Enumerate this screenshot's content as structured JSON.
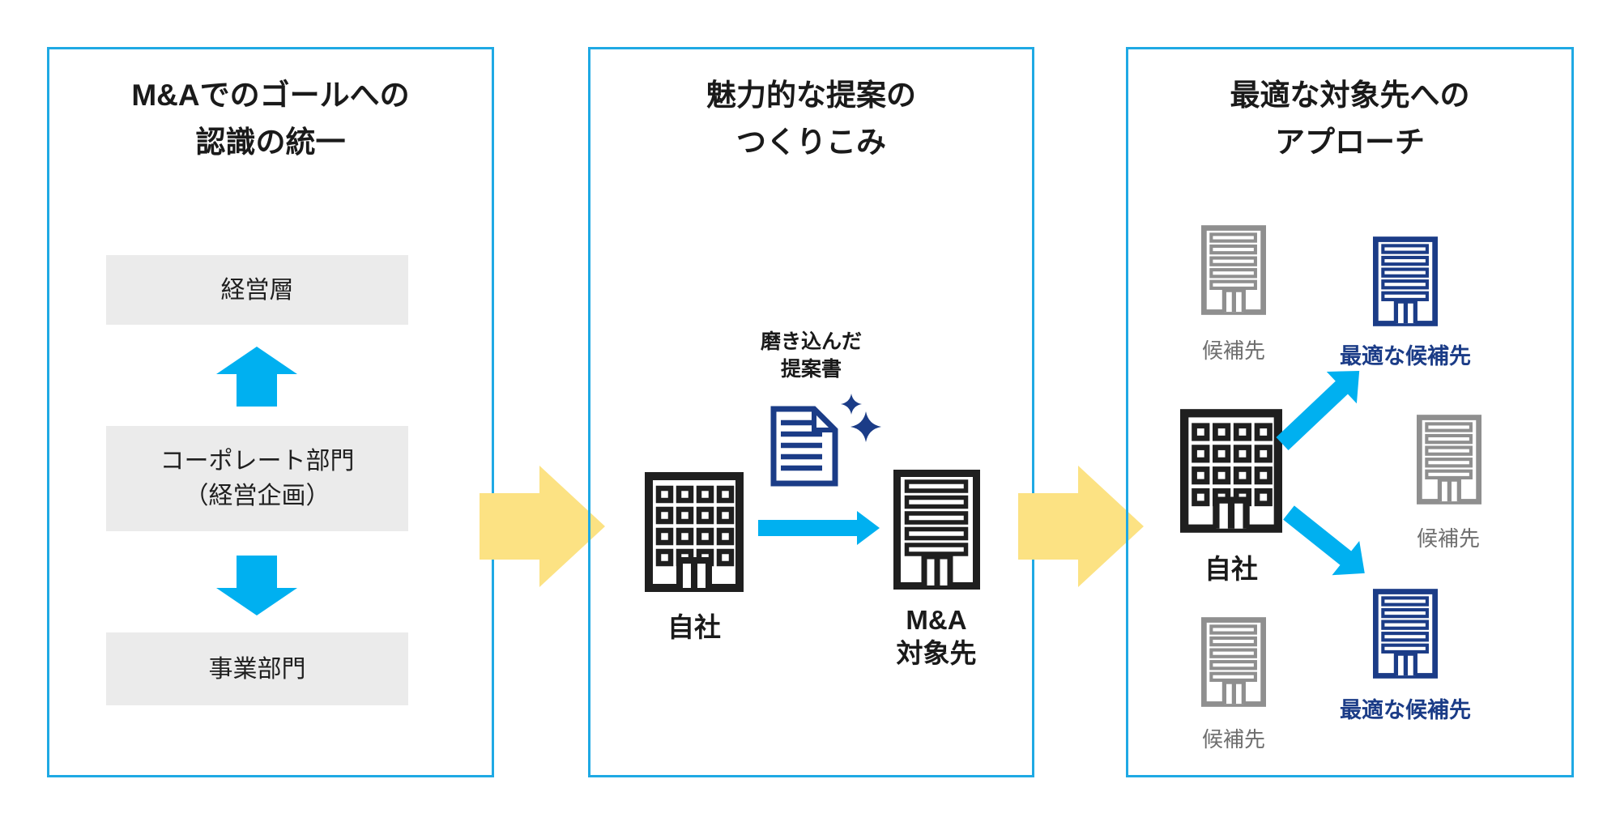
{
  "colors": {
    "panel_border_cyan": "#1FA9E4",
    "arrow_cyan": "#00B0F0",
    "arrow_yellow": "#FCE283",
    "icon_navy": "#1B3C87",
    "icon_black": "#1F1F1F",
    "icon_gray": "#8F8F8F",
    "label_gray": "#6E6E6E",
    "box_gray": "#EBEBEB"
  },
  "panels": {
    "goal": {
      "title_line1": "M&Aでのゴールへの",
      "title_line2": "認識の統一",
      "box_management": "経営層",
      "box_corporate_line1": "コーポレート部門",
      "box_corporate_line2": "（経営企画）",
      "box_business": "事業部門"
    },
    "proposal": {
      "title_line1": "魅力的な提案の",
      "title_line2": "つくりこみ",
      "doc_label_line1": "磨き込んだ",
      "doc_label_line2": "提案書",
      "own_company": "自社",
      "target_line1": "M&A",
      "target_line2": "対象先"
    },
    "approach": {
      "title_line1": "最適な対象先への",
      "title_line2": "アプローチ",
      "own_company": "自社",
      "candidate": "候補先",
      "optimal_candidate": "最適な候補先"
    }
  }
}
